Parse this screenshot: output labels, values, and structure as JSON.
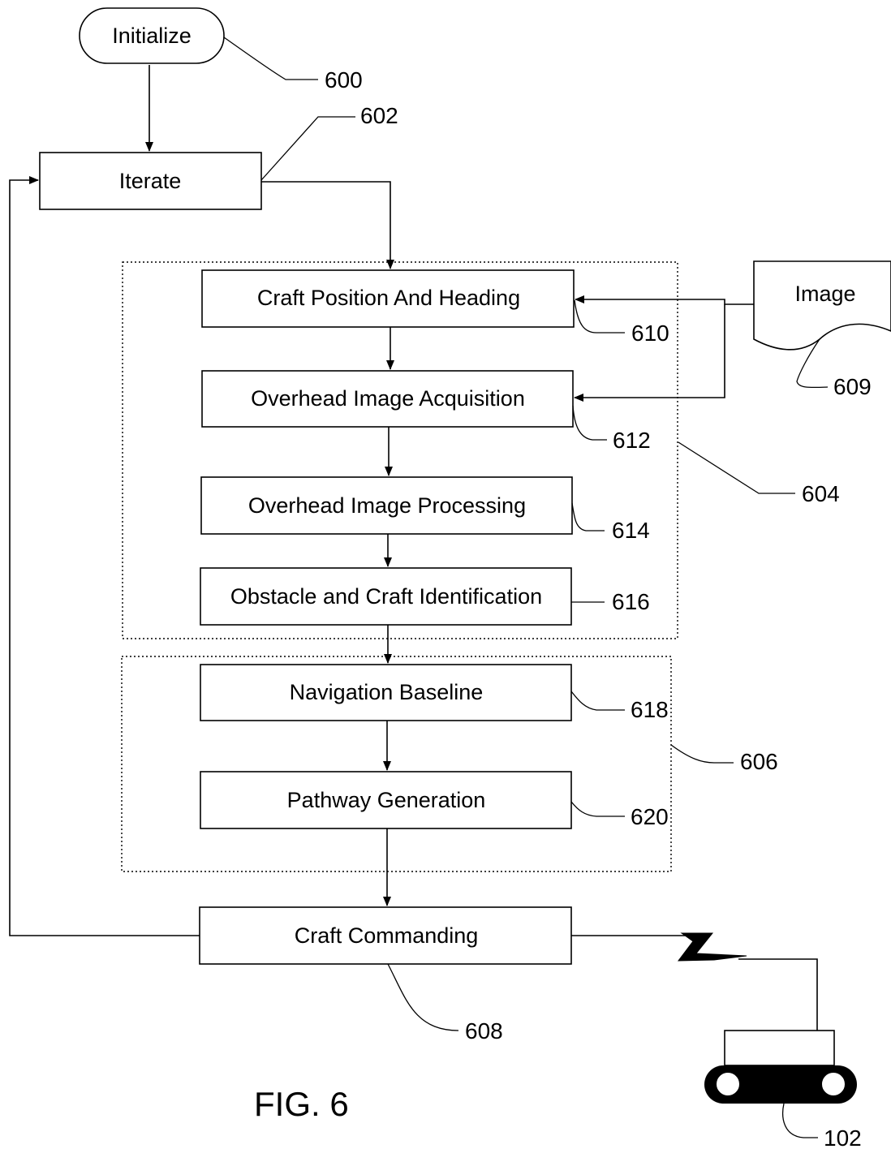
{
  "nodes": {
    "initialize": "Initialize",
    "iterate": "Iterate",
    "craft_position": "Craft Position And Heading",
    "image_acquisition": "Overhead Image Acquisition",
    "image_processing": "Overhead Image Processing",
    "identification": "Obstacle and Craft Identification",
    "navigation_baseline": "Navigation Baseline",
    "pathway_generation": "Pathway Generation",
    "craft_commanding": "Craft Commanding",
    "image": "Image"
  },
  "refs": {
    "r600": "600",
    "r602": "602",
    "r604": "604",
    "r606": "606",
    "r608": "608",
    "r609": "609",
    "r610": "610",
    "r612": "612",
    "r614": "614",
    "r616": "616",
    "r618": "618",
    "r620": "620",
    "r102": "102"
  },
  "figure_label": "FIG. 6"
}
